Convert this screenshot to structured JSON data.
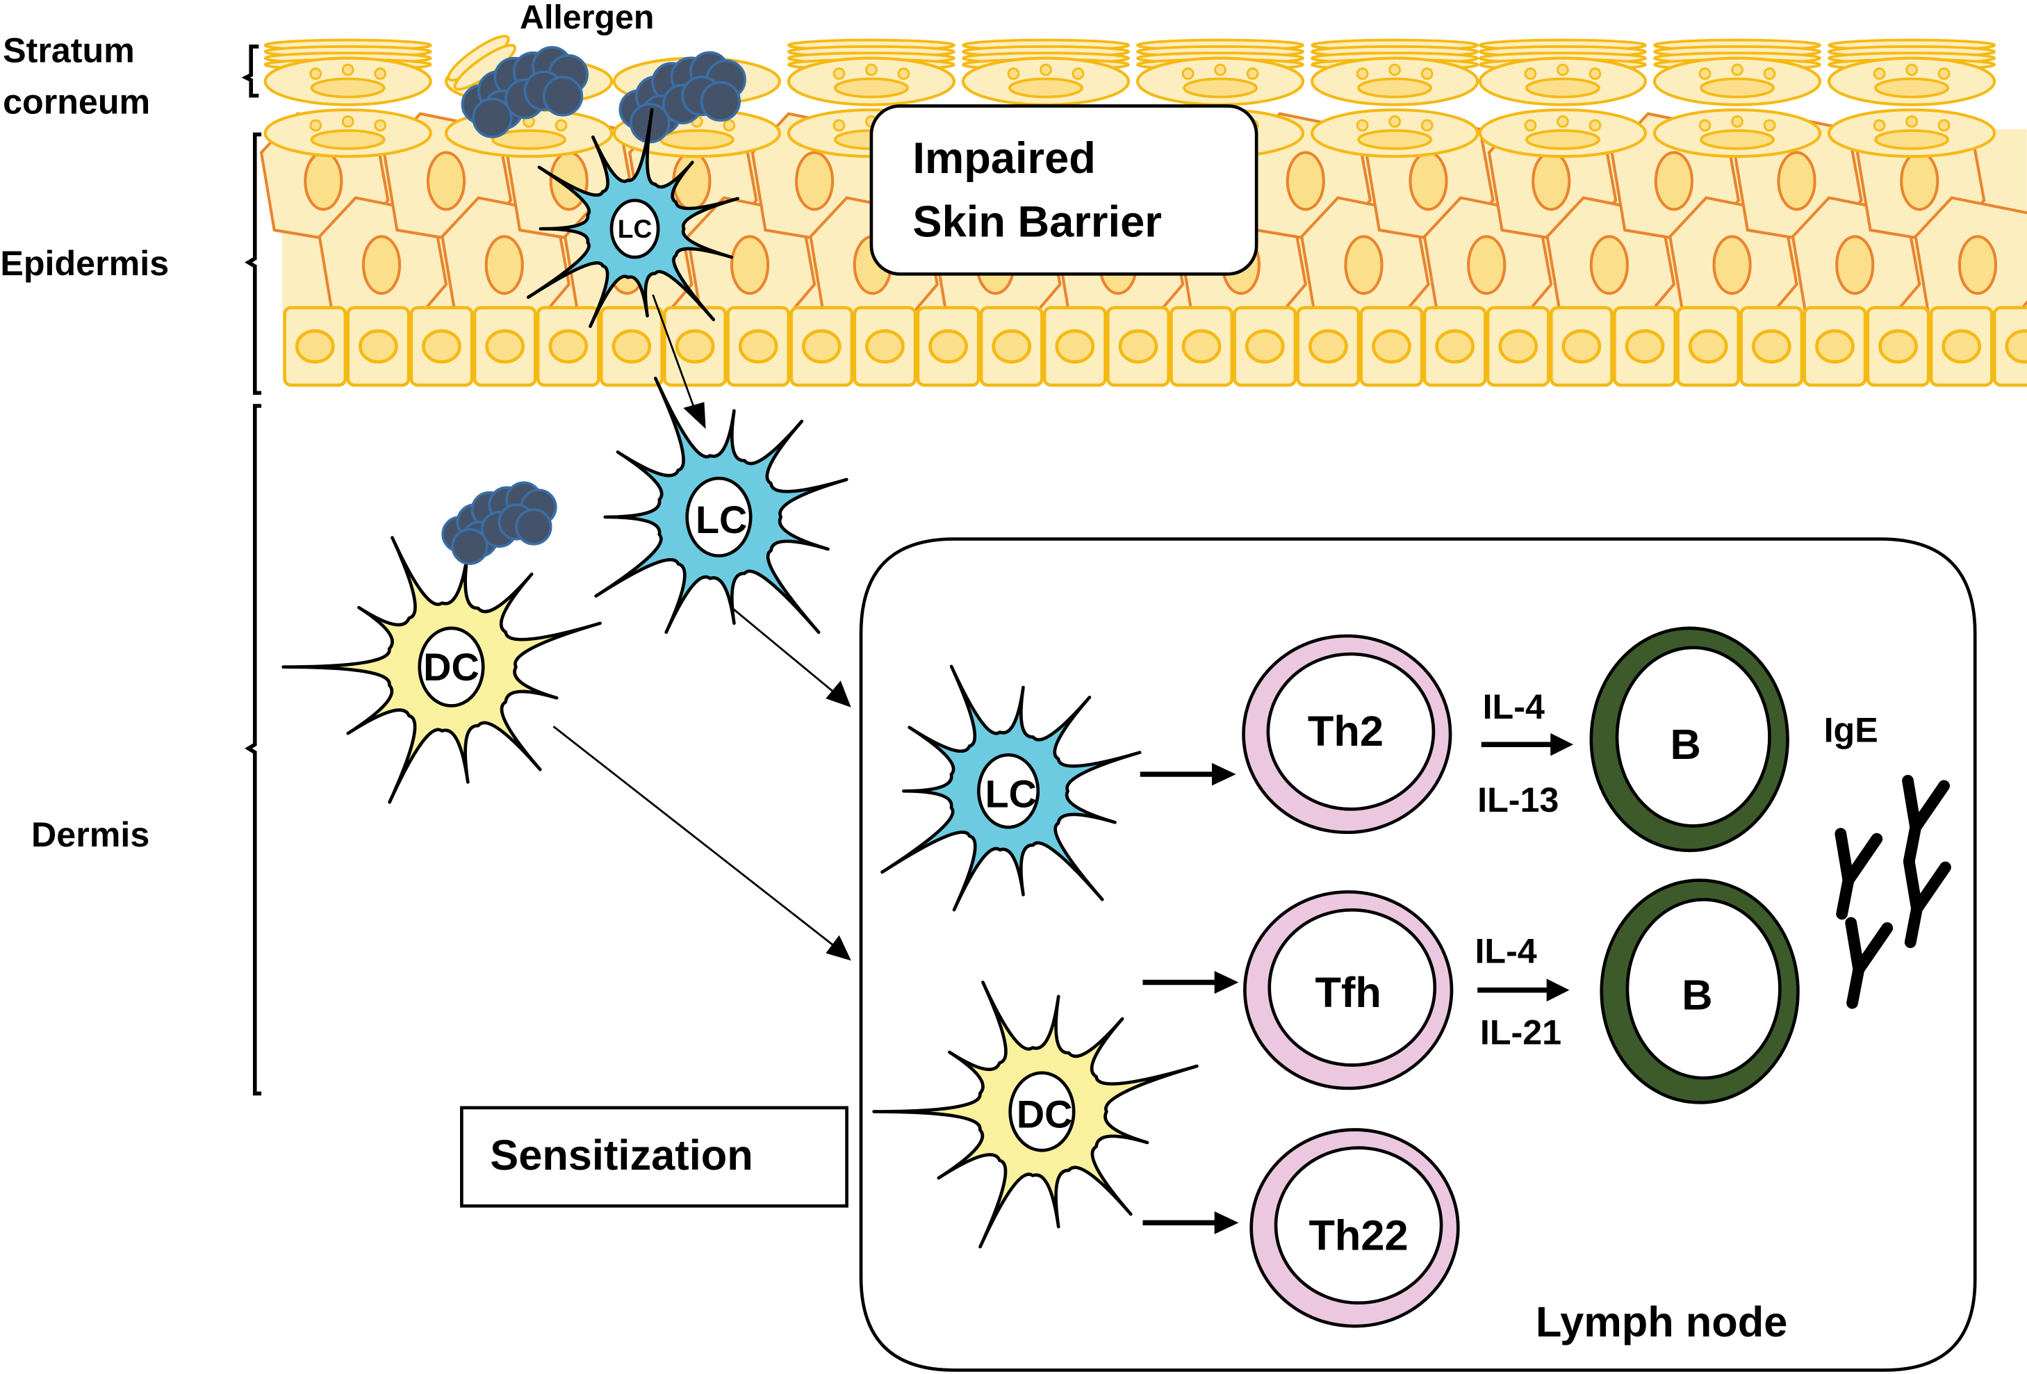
{
  "layers": {
    "stratum_corneum": "Stratum corneum",
    "stratum_corneum_line1": "Stratum",
    "stratum_corneum_line2": "corneum",
    "epidermis": "Epidermis",
    "dermis": "Dermis"
  },
  "labels": {
    "allergen": "Allergen",
    "impaired_line1": "Impaired",
    "impaired_line2": "Skin Barrier",
    "sensitization": "Sensitization",
    "lymph_node": "Lymph node",
    "ige": "IgE"
  },
  "cells": {
    "lc_epidermis": "LC",
    "lc_dermis": "LC",
    "dc_dermis": "DC",
    "lc_node": "LC",
    "dc_node": "DC",
    "th2": "Th2",
    "tfh": "Tfh",
    "th22": "Th22",
    "b_upper": "B",
    "b_lower": "B"
  },
  "cytokines": {
    "upper_top": "IL-4",
    "upper_bottom": "IL-13",
    "lower_top": "IL-4",
    "lower_bottom": "IL-21"
  },
  "colors": {
    "keratinocyte_fill": "#fdeec0",
    "keratinocyte_stroke": "#e8852e",
    "corneum_stroke": "#f5b914",
    "nucleus_fill": "#fbdf8a",
    "langerhans": "#6ccbe0",
    "dendritic": "#faf19e",
    "allergen": "#44536a",
    "allergen_stroke": "#3a6ea5",
    "t_cell_ring": "#ecc8e0",
    "b_cell_ring": "#3d5a2a"
  }
}
